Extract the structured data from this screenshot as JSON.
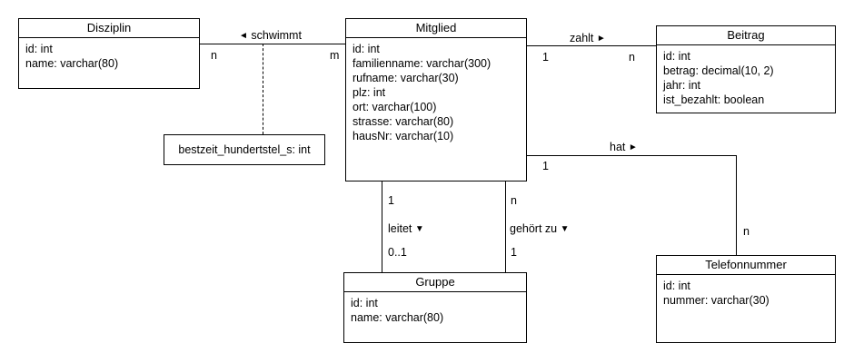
{
  "diagram": {
    "type": "er-diagram",
    "background_color": "#ffffff",
    "line_color": "#000000",
    "text_color": "#000000"
  },
  "entities": {
    "disziplin": {
      "title": "Disziplin",
      "attributes": [
        "id: int",
        "name: varchar(80)"
      ]
    },
    "mitglied": {
      "title": "Mitglied",
      "attributes": [
        "id: int",
        "familienname: varchar(300)",
        "rufname: varchar(30)",
        "plz: int",
        "ort: varchar(100)",
        "strasse: varchar(80)",
        "hausNr: varchar(10)"
      ]
    },
    "beitrag": {
      "title": "Beitrag",
      "attributes": [
        "id: int",
        "betrag: decimal(10, 2)",
        "jahr: int",
        "ist_bezahlt: boolean"
      ]
    },
    "telefonnummer": {
      "title": "Telefonnummer",
      "attributes": [
        "id: int",
        "nummer: varchar(30)"
      ]
    },
    "gruppe": {
      "title": "Gruppe",
      "attributes": [
        "id: int",
        "name: varchar(80)"
      ]
    }
  },
  "association_attributes": {
    "bestzeit": {
      "label": "bestzeit_hundertstel_s: int"
    }
  },
  "relationships": {
    "schwimmt": {
      "label": "schwimmt",
      "arrow": "◄",
      "arrow_direction": "left",
      "from": "Disziplin",
      "to": "Mitglied",
      "cardinality_left": "n",
      "cardinality_right": "m"
    },
    "zahlt": {
      "label": "zahlt",
      "arrow": "►",
      "arrow_direction": "right",
      "from": "Mitglied",
      "to": "Beitrag",
      "cardinality_left": "1",
      "cardinality_right": "n"
    },
    "hat": {
      "label": "hat",
      "arrow": "►",
      "arrow_direction": "right",
      "from": "Mitglied",
      "to": "Telefonnummer",
      "cardinality_left": "1",
      "cardinality_right": "n"
    },
    "leitet": {
      "label": "leitet",
      "arrow": "▼",
      "arrow_direction": "down",
      "from": "Mitglied",
      "to": "Gruppe",
      "cardinality_top": "1",
      "cardinality_bottom": "0..1"
    },
    "gehoert_zu": {
      "label": "gehört zu",
      "arrow": "▼",
      "arrow_direction": "down",
      "from": "Mitglied",
      "to": "Gruppe",
      "cardinality_top": "n",
      "cardinality_bottom": "1"
    }
  }
}
